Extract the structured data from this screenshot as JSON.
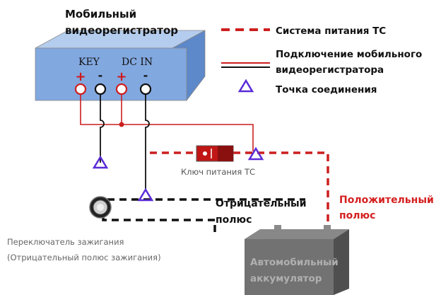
{
  "recorder": {
    "title_line1": "Мобильный",
    "title_line2": "видеорегистратор",
    "key_label": "KEY",
    "dcin_label": "DC IN",
    "plus": "+",
    "minus": "-"
  },
  "legend": {
    "power_system": "Система питания ТС",
    "recorder_conn_line1": "Подключение мобильного",
    "recorder_conn_line2": "видеорегистратора",
    "connection_point": "Точка соединения"
  },
  "labels": {
    "power_key": "Ключ питания ТС",
    "negative_line1": "Отрицательный",
    "negative_line2": "полюс",
    "positive_line1": "Положительный",
    "positive_line2": "полюс",
    "ignition_line1": "Переключатель зажигания",
    "ignition_line2": "(Отрицательный полюс зажигания)",
    "battery_line1": "Автомобильный",
    "battery_line2": "аккумулятор"
  },
  "colors": {
    "recorder_body": "#7fa7e0",
    "recorder_top": "#a9c4ec",
    "power_line": "#cc1f1f",
    "black_line": "#111111",
    "triangle": "#5a2bd8",
    "battery": "#6f6f6f",
    "positive_text": "#d42020"
  }
}
